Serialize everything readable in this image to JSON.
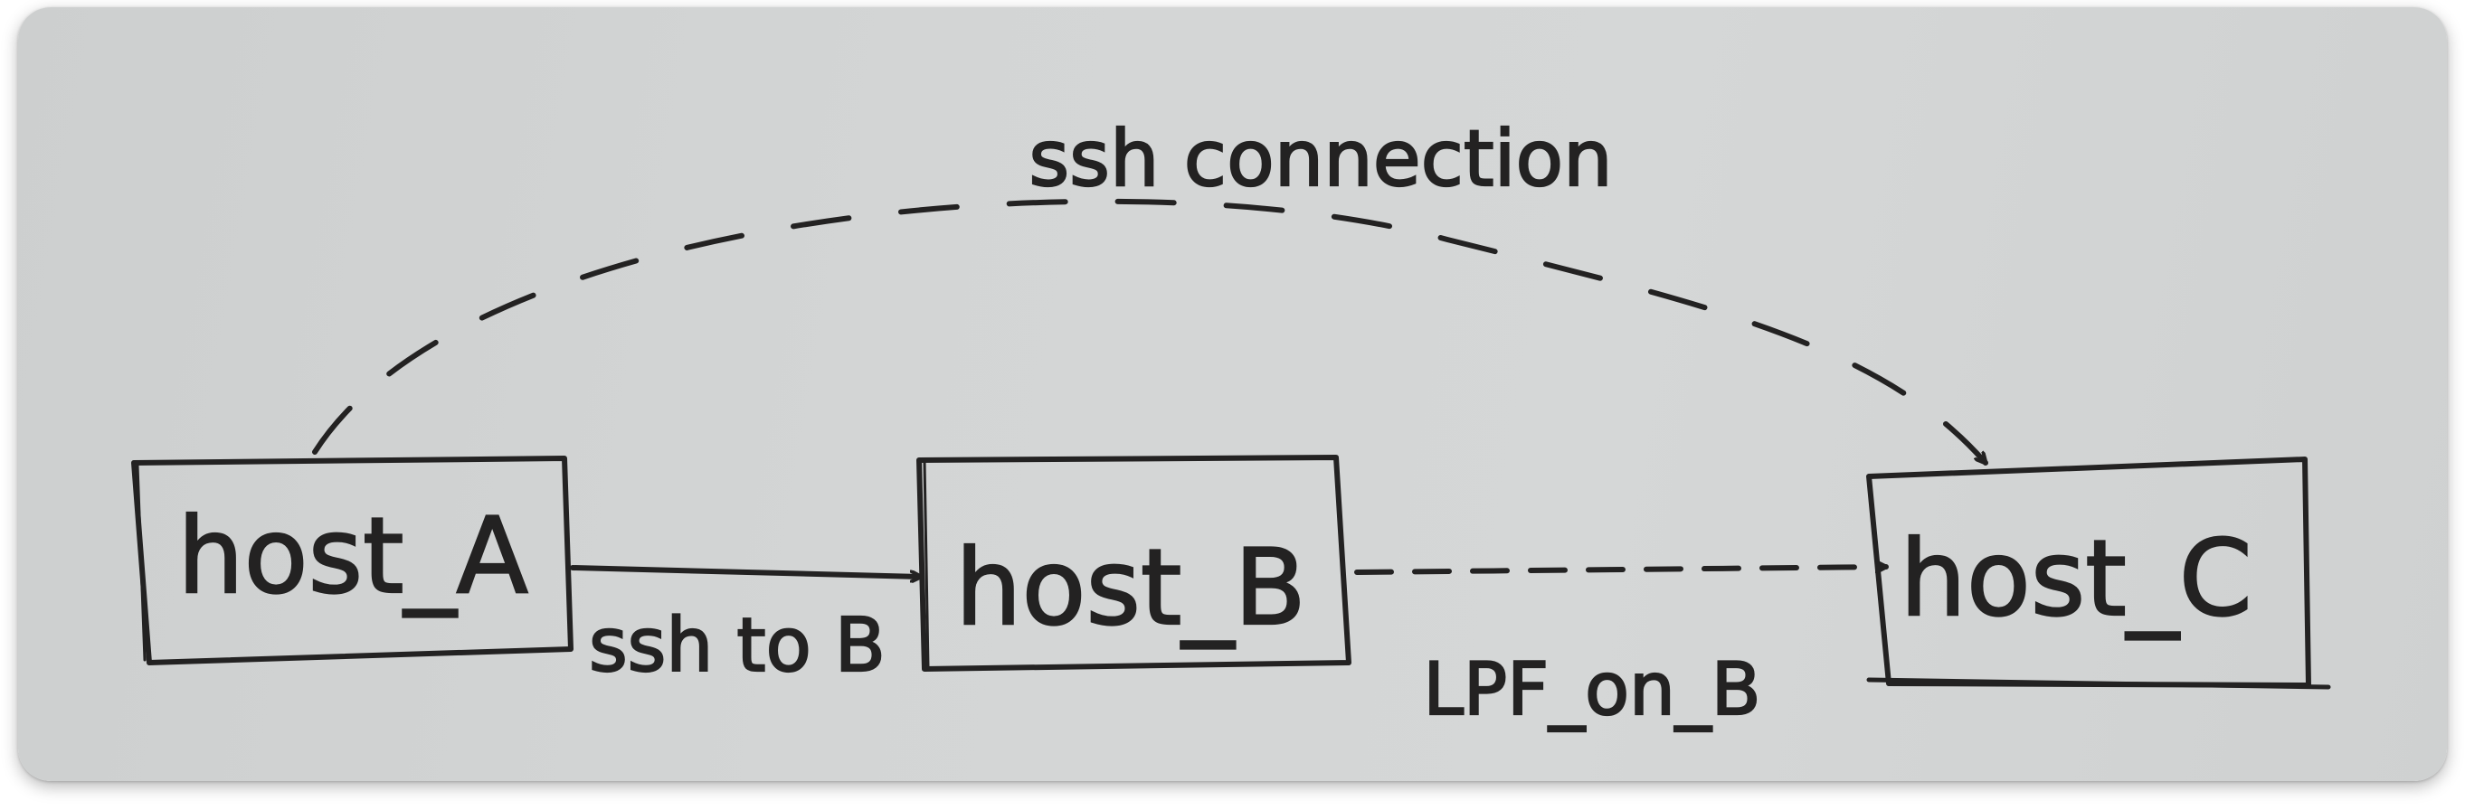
{
  "diagram": {
    "nodes": [
      {
        "id": "A",
        "label": "host_A"
      },
      {
        "id": "B",
        "label": "host_B"
      },
      {
        "id": "C",
        "label": "host_C"
      }
    ],
    "edges": [
      {
        "from": "A",
        "to": "B",
        "style": "solid",
        "label": "ssh to B"
      },
      {
        "from": "B",
        "to": "C",
        "style": "dashed",
        "label": "LPF_on_B"
      },
      {
        "from": "A",
        "to": "C",
        "style": "dashed",
        "label": "ssh connection"
      }
    ]
  },
  "colors": {
    "ink": "#232222",
    "paper": "#d3d5d5"
  }
}
